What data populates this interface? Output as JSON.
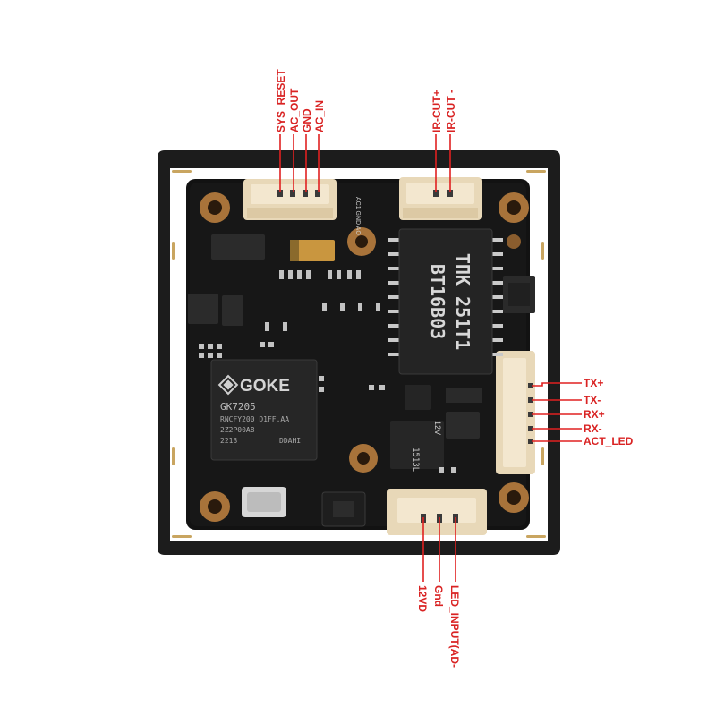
{
  "colors": {
    "label": "#d92323",
    "leader": "#e02020",
    "board": "#141414",
    "frame": "#1a1a1a",
    "pad": "#b07a3a",
    "connector": "#efe0c2",
    "chip": "#2a2a2a"
  },
  "connectors": {
    "top_left_pins": [
      "SYS_RESET",
      "AC_OUT",
      "GND",
      "AC_IN"
    ],
    "top_right_pins": [
      "IR-CUT+",
      "IR-CUT -"
    ],
    "right_pins": [
      "TX+",
      "TX-",
      "RX+",
      "RX-",
      "ACT_LED"
    ],
    "bottom_pins": [
      "12VD",
      "Gnd",
      "LED_INPUT(AD-"
    ]
  },
  "components": {
    "soc": {
      "logo": "GOKE",
      "line1": "GK7205",
      "line2": "RNCFY200  D1FF.AA",
      "line3": "2Z2P00A8",
      "line4": "2213",
      "line5": "DDAHI"
    },
    "transformer": {
      "line1": "TПK 251T1",
      "line2": "BT16B03"
    },
    "small_chip_label": "1513L",
    "silk_12v": "12V",
    "silk_acgnd": "AC1 GND AO"
  }
}
